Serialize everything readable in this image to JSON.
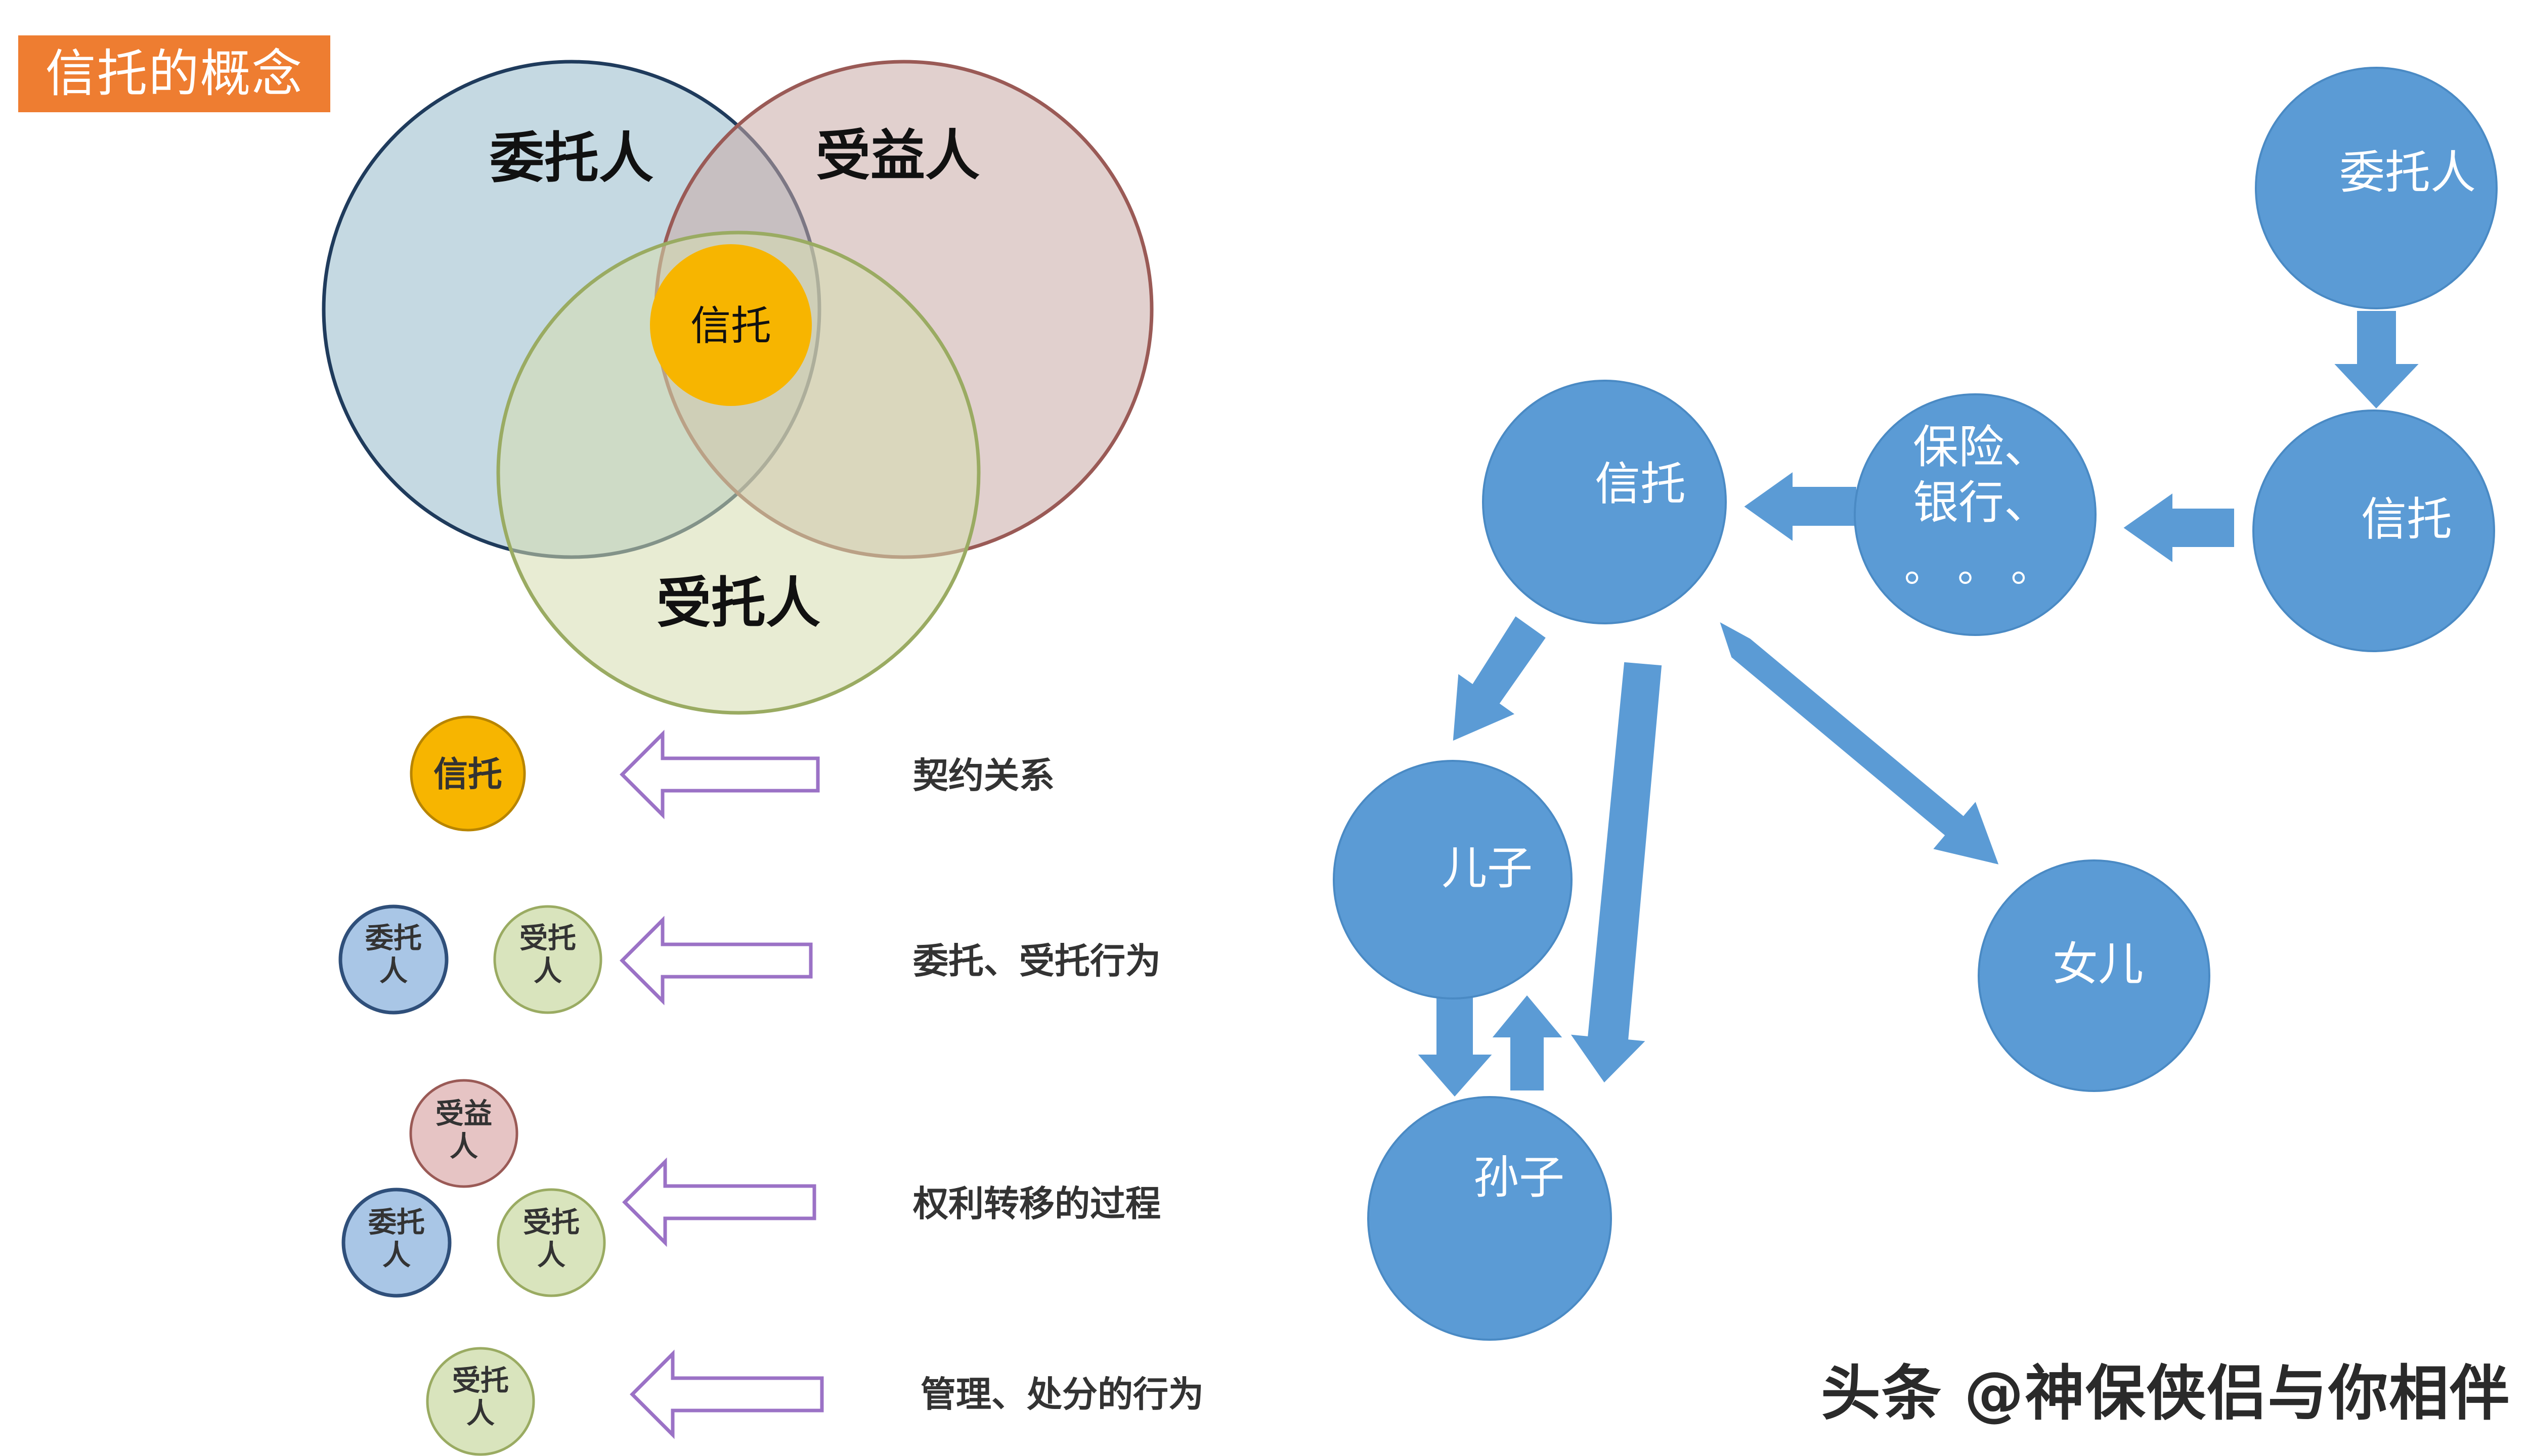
{
  "title": "信托的概念",
  "venn": {
    "settlor": "委托人",
    "beneficiary": "受益人",
    "trustee": "受托人",
    "trust": "信托"
  },
  "legend": [
    {
      "icons": [
        "信托"
      ],
      "text": "契约关系"
    },
    {
      "icons": [
        "委托\n人",
        "受托\n人"
      ],
      "text": "委托、受托行为"
    },
    {
      "icons": [
        "受益\n人",
        "委托\n人",
        "受托\n人"
      ],
      "text": "权利转移的过程"
    },
    {
      "icons": [
        "受托\n人"
      ],
      "text": "管理、处分的行为"
    }
  ],
  "flow": {
    "settlor": "委托人",
    "trust_top": "信托",
    "insurance": "保险、\n银行、\n。 。 。",
    "trust_main": "信托",
    "son": "儿子",
    "daughter": "女儿",
    "grandson": "孙子"
  },
  "watermark": "头条 @神保侠侣与你相伴",
  "colors": {
    "settlor_fill": "#9ebfcf",
    "settlor_stroke": "#1f3b5c",
    "beneficiary_fill": "#c9a9a6",
    "beneficiary_stroke": "#9a5a56",
    "trustee_fill": "#d6dcae",
    "trustee_stroke": "#9aab62",
    "trust_fill": "#f7b500",
    "flow_blue": "#5b9bd5",
    "legend_arrow": "#9b72c6",
    "title_bg": "#ee7d31"
  }
}
